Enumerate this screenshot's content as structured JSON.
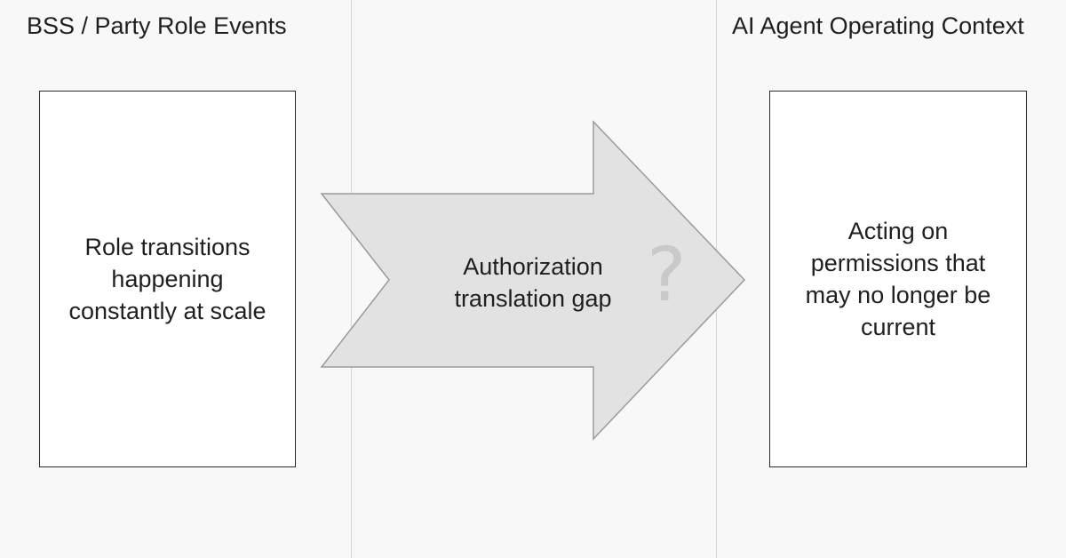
{
  "columns": {
    "left": {
      "title": "BSS / Party Role Events",
      "box_text": "Role transitions happening constantly at scale"
    },
    "right": {
      "title": "AI Agent Operating Context",
      "box_text": "Acting on permissions that may no longer be current"
    }
  },
  "arrow": {
    "label": "Authorization translation gap",
    "symbol": "?"
  },
  "colors": {
    "background": "#f8f8f8",
    "arrow_fill": "#e2e2e2",
    "symbol": "#c9c9c9",
    "divider": "#d6d6d6"
  }
}
